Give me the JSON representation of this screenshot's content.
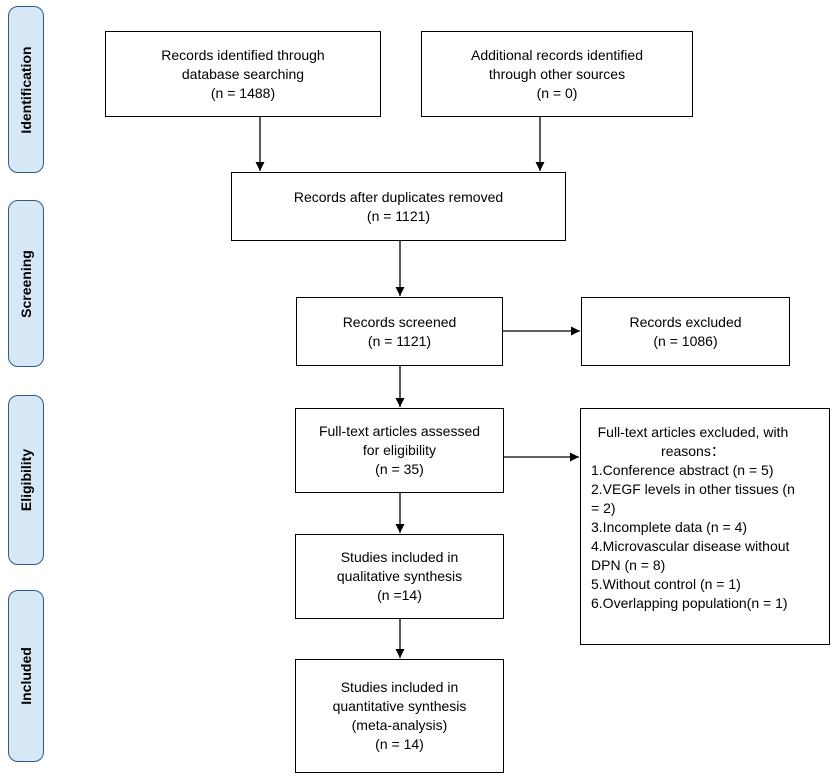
{
  "phases": {
    "identification": "Identification",
    "screening": "Screening",
    "eligibility": "Eligibility",
    "included": "Included"
  },
  "boxes": {
    "database_records": [
      "Records identified through",
      "database searching",
      "(n = 1488)"
    ],
    "other_sources": [
      "Additional records identified",
      "through other sources",
      "(n = 0)"
    ],
    "after_duplicates": [
      "Records after duplicates removed",
      "(n = 1121)"
    ],
    "screened": [
      "Records screened",
      "(n = 1121)"
    ],
    "excluded": [
      "Records excluded",
      "(n = 1086)"
    ],
    "full_text": [
      "Full-text articles assessed",
      "for eligibility",
      "(n = 35)"
    ],
    "qualitative": [
      "Studies included in",
      "qualitative synthesis",
      "(n =14)"
    ],
    "quantitative": [
      "Studies included in",
      "quantitative synthesis",
      "(meta-analysis)",
      "(n = 14)"
    ],
    "full_text_excluded": {
      "heading": [
        "Full-text articles excluded, with",
        "reasons："
      ],
      "reasons": [
        "1.Conference abstract (n = 5)",
        "2.VEGF levels in other tissues (n",
        "= 2)",
        "3.Incomplete data (n = 4)",
        "4.Microvascular disease without",
        "DPN (n = 8)",
        "5.Without control (n = 1)",
        "6.Overlapping population(n = 1)"
      ]
    }
  }
}
